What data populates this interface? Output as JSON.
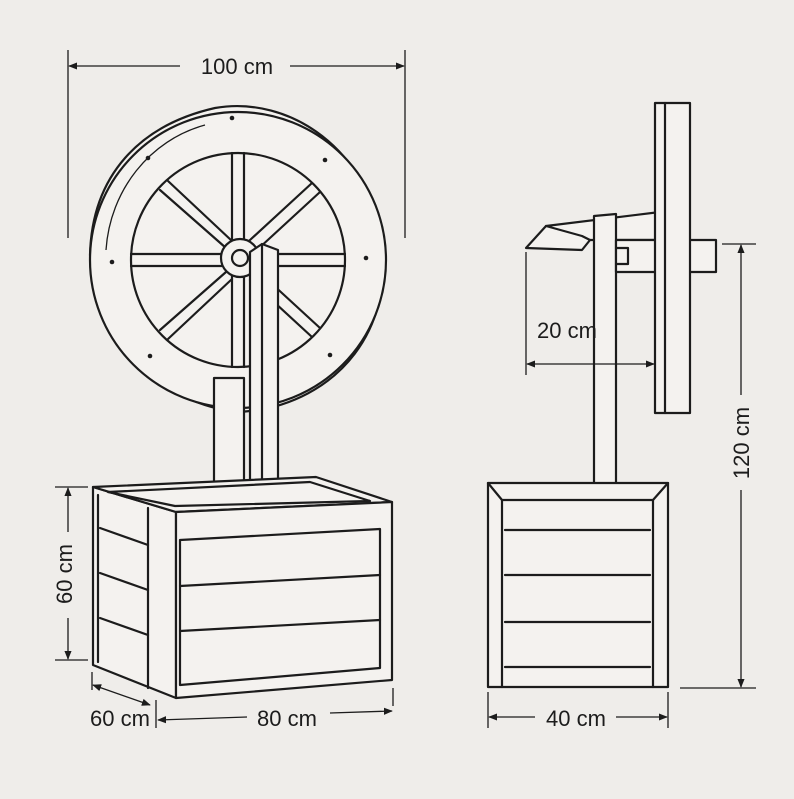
{
  "dimensions": {
    "width_top": "100 cm",
    "planter_height": "60 cm",
    "planter_depth": "60 cm",
    "planter_width": "80 cm",
    "side_offset": "20 cm",
    "side_width": "40 cm",
    "total_height": "120 cm"
  },
  "colors": {
    "background": "#efedea",
    "line": "#1c1c1c"
  }
}
